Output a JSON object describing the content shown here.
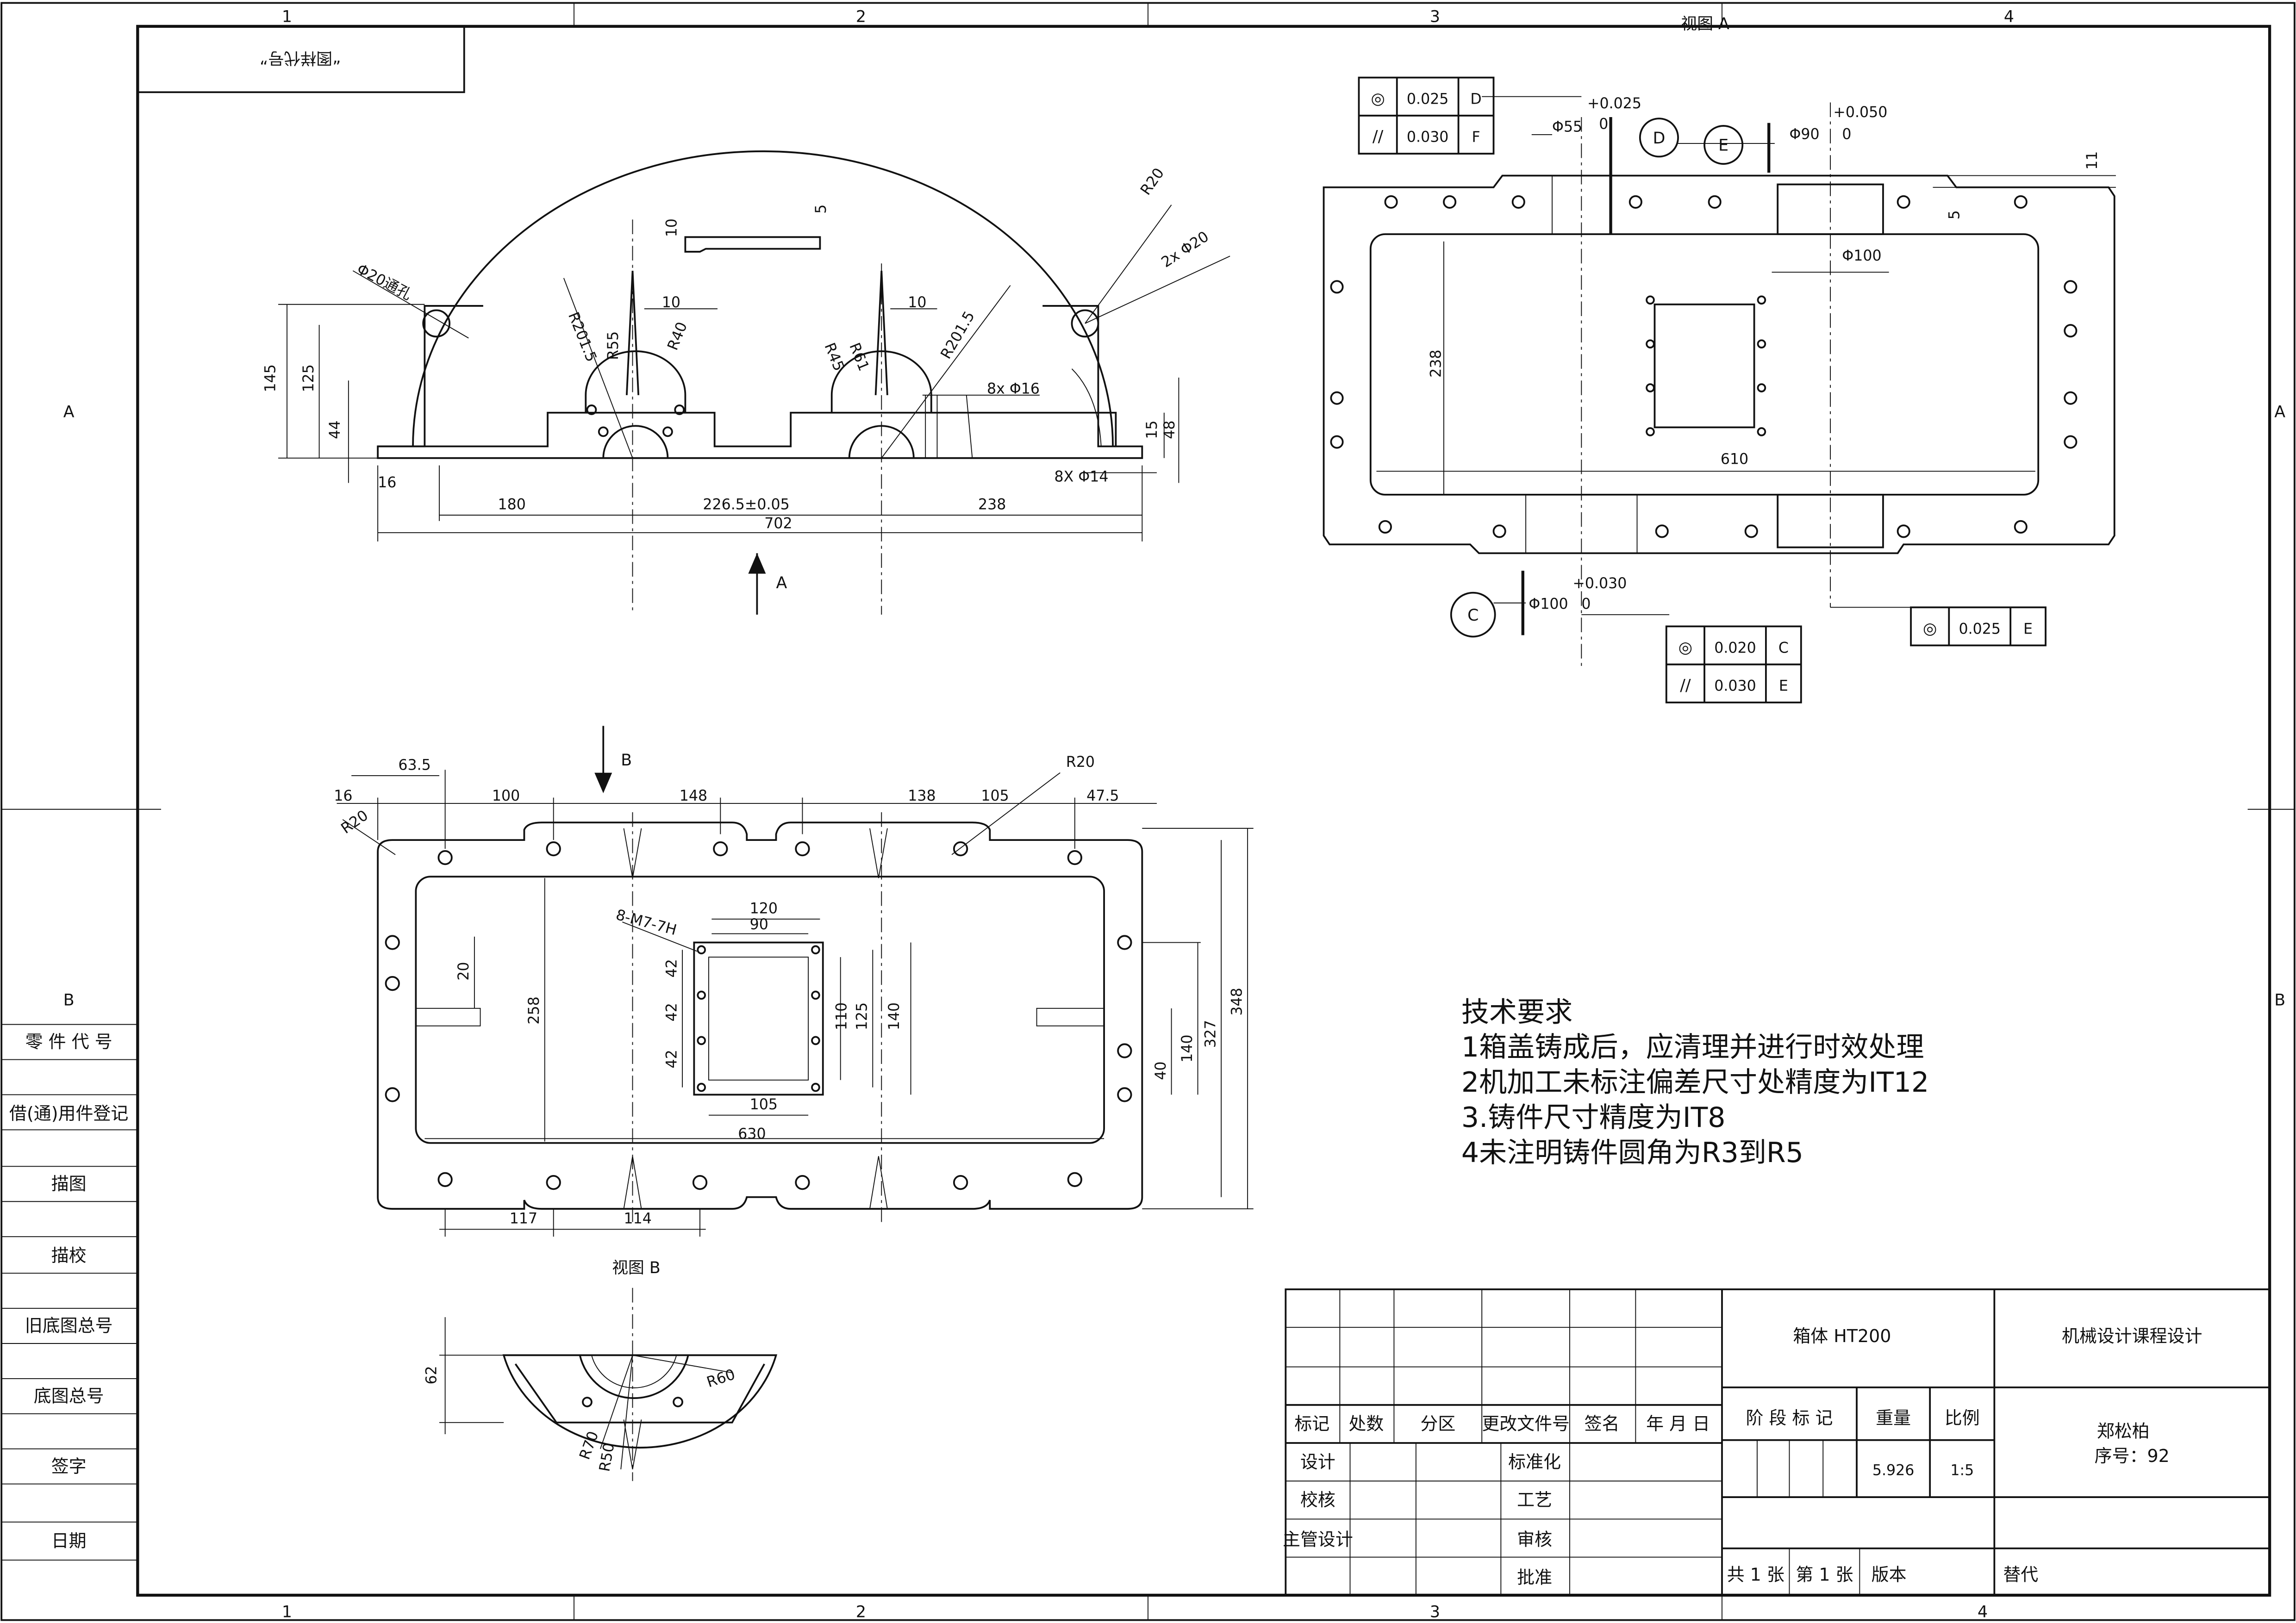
{
  "drawing": {
    "zone_cols": [
      "1",
      "2",
      "3",
      "4"
    ],
    "zone_rows": [
      "A",
      "B"
    ],
    "mirrored_label": "“图样代号”"
  },
  "side_labels": [
    "零 件 代 号",
    "借(通)用件登记",
    "描图",
    "描校",
    "旧底图总号",
    "底图总号",
    "签字",
    "日期"
  ],
  "front_view": {
    "dims": [
      "145",
      "125",
      "44",
      "16",
      "180",
      "226.5±0.05",
      "238",
      "702",
      "15",
      "48",
      "10",
      "10",
      "10",
      "5",
      "Φ20通孔",
      "R201.5",
      "R55",
      "R40",
      "R45",
      "R61",
      "R201.5",
      "R20",
      "2x Φ20",
      "8x Φ16",
      "8X Φ14"
    ],
    "section_label": "A"
  },
  "view_a": {
    "title": "视图 A",
    "tolerance_frames": [
      {
        "symbol": "◎",
        "value": "0.025",
        "datum": "D"
      },
      {
        "symbol": "//",
        "value": "0.030",
        "datum": "F"
      },
      {
        "symbol": "◎",
        "value": "0.020",
        "datum": "C"
      },
      {
        "symbol": "//",
        "value": "0.030",
        "datum": "E"
      },
      {
        "symbol": "◎",
        "value": "0.025",
        "datum": "E"
      }
    ],
    "datums": [
      "D",
      "E",
      "C"
    ],
    "dims": [
      "Φ55",
      "+0.025",
      "0",
      "Φ90",
      "+0.050",
      "0",
      "11",
      "5",
      "Φ100",
      "238",
      "610",
      "Φ100",
      "+0.030",
      "0"
    ]
  },
  "top_view": {
    "dims": [
      "16",
      "63.5",
      "100",
      "148",
      "138",
      "105",
      "47.5",
      "R20",
      "R20",
      "8-M7-7H",
      "120",
      "90",
      "42",
      "42",
      "42",
      "110",
      "125",
      "140",
      "105",
      "20",
      "258",
      "630",
      "140",
      "40",
      "327",
      "348",
      "117",
      "114"
    ],
    "section_label": "B"
  },
  "view_b": {
    "title": "视图 B",
    "dims": [
      "62",
      "R60",
      "R70",
      "R50"
    ]
  },
  "tech_req": {
    "title": "技术要求",
    "items": [
      "1箱盖铸成后，应清理并进行时效处理",
      "2机加工未标注偏差尺寸处精度为IT12",
      "3.铸件尺寸精度为IT8",
      "4未注明铸件圆角为R3到R5"
    ]
  },
  "title_block": {
    "part_name": "箱体  HT200",
    "course": "机械设计课程设计",
    "author": "郑松柏",
    "seq": "序号：92",
    "header_row": [
      "标记",
      "处数",
      "分区",
      "更改文件号",
      "签名",
      "年 月 日"
    ],
    "sign_rows_left": [
      "设计",
      "校核",
      "主管设计"
    ],
    "sign_rows_mid": [
      "标准化",
      "工艺",
      "审核",
      "批准"
    ],
    "stage_labels": [
      "阶 段 标 记",
      "重量",
      "比例"
    ],
    "weight": "5.926",
    "scale": "1:5",
    "sheet_total": "共 1 张",
    "sheet_no": "第 1 张",
    "version_label": "版本",
    "replace_label": "替代"
  }
}
